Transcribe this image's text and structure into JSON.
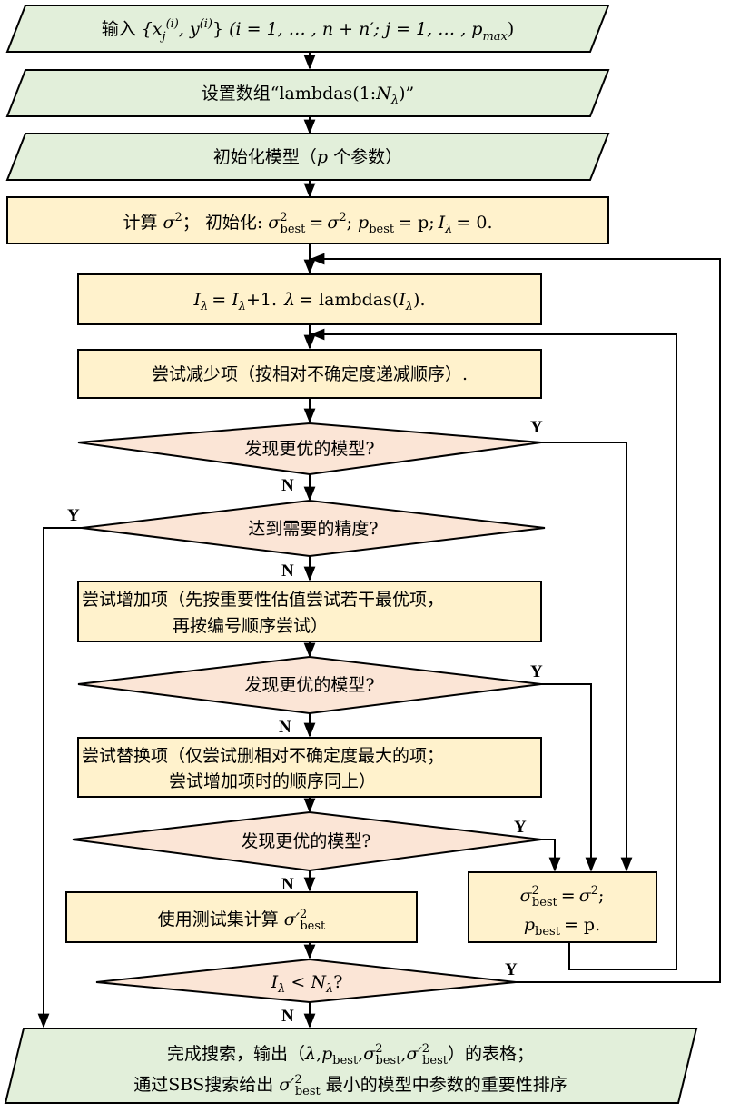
{
  "nodes": {
    "input": {
      "prefix": "输入",
      "expr": "{x",
      "sub_j": "j",
      "sup_i": "(i)",
      "expr2": ", y",
      "sup_i2": "(i)",
      "expr3": "}",
      "range": "(i = 1, … , n + n′; j = 1, … , p",
      "sub_max": "max",
      "range_end": ")"
    },
    "set_array": {
      "prefix": "设置数组“lambdas(1:",
      "var": "N",
      "sub": "λ",
      "suffix": ")”"
    },
    "init_model": {
      "prefix": "初始化模型（",
      "var": "p",
      "suffix": " 个参数）"
    },
    "compute": {
      "part1": "计算",
      "sigma": "σ",
      "sq": "2",
      "sep1": "；  初始化:",
      "sigma_best": "σ",
      "sq_best": "2",
      "sub_best": "best",
      "eq": "=",
      "sigma2": "σ",
      "sq2": "2",
      "sep2": ";",
      "p_best": "p",
      "sub_p_best": "best",
      "eq_p": "= p;",
      "I": "I",
      "sub_I": "λ",
      "eq_I": "= 0."
    },
    "lambda_step": {
      "I": "I",
      "sub_I": "λ",
      "eq": "= I",
      "sub_I2": "λ",
      "plus": "+1.",
      "lambda": "λ",
      "eq2": "= lambdas(",
      "I3": "I",
      "sub_I3": "λ",
      "end": ")."
    },
    "reduce": {
      "text": "尝试减少项（按相对不确定度递减顺序）."
    },
    "better1": {
      "text": "发现更优的模型?"
    },
    "precision": {
      "text": "达到需要的精度?"
    },
    "add_terms": {
      "line1": "尝试增加项（先按重要性估值尝试若干最优项，",
      "line2": "再按编号顺序尝试）"
    },
    "better2": {
      "text": "发现更优的模型?"
    },
    "replace": {
      "line1": "尝试替换项（仅尝试删相对不确定度最大的项；",
      "line2": "尝试增加项时的顺序同上）"
    },
    "better3": {
      "text": "发现更优的模型?"
    },
    "test_set": {
      "prefix": "使用测试集计算",
      "sigma": "σ′",
      "sq": "2",
      "sub": "best"
    },
    "update_best": {
      "sigma": "σ",
      "sq": "2",
      "sub": "best",
      "eq": "=",
      "sigma2": "σ",
      "sq2": "2",
      "end1": ";",
      "p": "p",
      "sub_p": "best",
      "eq_p": "= p."
    },
    "loop_check": {
      "I": "I",
      "sub_I": "λ",
      "lt": "<",
      "N": "N",
      "sub_N": "λ",
      "q": "?"
    },
    "output": {
      "line1_a": "完成搜索，输出（",
      "lambda": "λ",
      "comma1": ",",
      "p": "p",
      "sub_p": "best",
      "comma2": ",",
      "sigma": "σ",
      "sq": "2",
      "sub_s": "best",
      "comma3": ",",
      "sigmap": "σ′",
      "sqp": "2",
      "sub_sp": "best",
      "line1_b": "）的表格；",
      "line2_a": "通过SBS搜索给出",
      "sigma2": "σ′",
      "sq2": "2",
      "sub2": "best",
      "line2_b": "最小的模型中参数的重要性排序"
    }
  },
  "labels": {
    "y1": "Y",
    "n1": "N",
    "y_prec": "Y",
    "n_prec": "N",
    "y2": "Y",
    "n2": "N",
    "y3": "Y",
    "n3": "N",
    "y_loop": "Y",
    "n_loop": "N"
  },
  "colors": {
    "io": "#e2efda",
    "process": "#fff2cc",
    "decision": "#fbe5d6",
    "line": "#000000"
  }
}
